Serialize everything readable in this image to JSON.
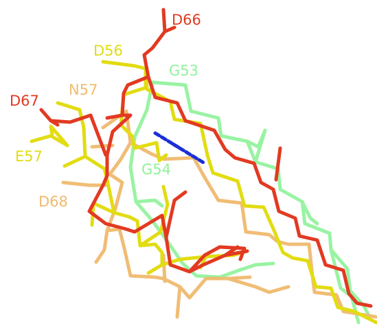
{
  "colors": {
    "background": "#ffffff",
    "red": "#e23a22",
    "yellow": "#e2dc12",
    "orange": "#f0ba6e",
    "green": "#8ef29a",
    "blue": "#1b2fd6"
  },
  "labels": {
    "d66": "D66",
    "d56": "D56",
    "g53": "G53",
    "d67": "D67",
    "n57": "N57",
    "e57": "E57",
    "g54": "G54",
    "d68": "D68"
  }
}
